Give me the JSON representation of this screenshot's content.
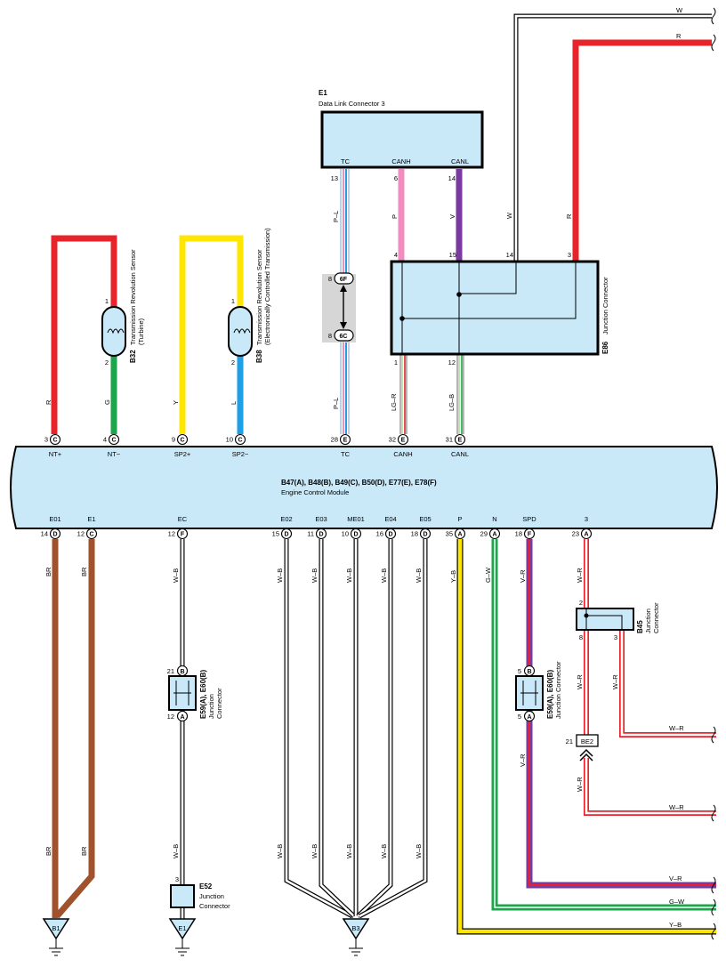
{
  "colors": {
    "red": "#e8232a",
    "white": "#ffffff",
    "green": "#1aa64a",
    "yellow": "#ffe600",
    "blue": "#1fa0e6",
    "pink": "#f08cc0",
    "violet": "#7a3aa0",
    "brown": "#a0522d",
    "lightgreen": "#bfe3b4",
    "box": "#c9e8f8"
  },
  "ecm": {
    "id": "B47(A), B48(B), B49(C), B50(D), E77(E), E78(F)",
    "name": "Engine Control Module",
    "top_pins": [
      {
        "num": "3",
        "letter": "C",
        "label": "NT+"
      },
      {
        "num": "4",
        "letter": "C",
        "label": "NT−"
      },
      {
        "num": "9",
        "letter": "C",
        "label": "SP2+"
      },
      {
        "num": "10",
        "letter": "C",
        "label": "SP2−"
      },
      {
        "num": "28",
        "letter": "E",
        "label": "TC"
      },
      {
        "num": "32",
        "letter": "E",
        "label": "CANH"
      },
      {
        "num": "31",
        "letter": "E",
        "label": "CANL"
      }
    ],
    "bottom_pins": [
      {
        "num": "14",
        "letter": "D",
        "label": "E01"
      },
      {
        "num": "12",
        "letter": "C",
        "label": "E1"
      },
      {
        "num": "12",
        "letter": "F",
        "label": "EC"
      },
      {
        "num": "15",
        "letter": "D",
        "label": "E02"
      },
      {
        "num": "11",
        "letter": "D",
        "label": "E03"
      },
      {
        "num": "10",
        "letter": "D",
        "label": "ME01"
      },
      {
        "num": "16",
        "letter": "D",
        "label": "E04"
      },
      {
        "num": "18",
        "letter": "D",
        "label": "E05"
      },
      {
        "num": "35",
        "letter": "A",
        "label": "P"
      },
      {
        "num": "29",
        "letter": "A",
        "label": "N"
      },
      {
        "num": "18",
        "letter": "F",
        "label": "SPD"
      },
      {
        "num": "23",
        "letter": "A",
        "label": "3"
      }
    ]
  },
  "dlc": {
    "id": "E1",
    "name": "Data Link Connector 3",
    "pins": [
      {
        "num": "13",
        "label": "TC",
        "wire": "P–L"
      },
      {
        "num": "6",
        "label": "CANH",
        "wire": "P"
      },
      {
        "num": "14",
        "label": "CANL",
        "wire": "V"
      }
    ]
  },
  "junction_e86": {
    "id": "E86",
    "name": "Junction Connector",
    "pins_top": [
      "4",
      "15",
      "14",
      "3"
    ],
    "pins_bottom": [
      "1",
      "12"
    ]
  },
  "jc_6f_6c": {
    "upper_num": "8",
    "upper": "6F",
    "lower_num": "8",
    "lower": "6C"
  },
  "sensor_b32": {
    "id": "B32",
    "name": "Transmission Revolution Sensor",
    "sub": "(Turbine)",
    "pin1": "1",
    "pin2": "2"
  },
  "sensor_b38": {
    "id": "B38",
    "name": "Transmission Revolution Sensor",
    "sub": "(Electronically Controlled Transmission)",
    "pin1": "1",
    "pin2": "2"
  },
  "junction_e59_ec": {
    "id": "E59(A), E60(B)",
    "name": "Junction",
    "name2": "Connector",
    "top": "21",
    "top_letter": "B",
    "bottom": "12",
    "bottom_letter": "A"
  },
  "junction_e59_spd": {
    "id": "E59(A), E60(B)",
    "name": "Junction Connector",
    "top": "5",
    "top_letter": "B",
    "bottom": "5",
    "bottom_letter": "A"
  },
  "junction_b45": {
    "id": "B45",
    "name": "Junction",
    "name2": "Connector",
    "pin_top": "2",
    "pin_left": "8",
    "pin_right": "3"
  },
  "connector_be2": {
    "num": "21",
    "label": "BE2"
  },
  "junction_e52": {
    "num": "3",
    "id": "E52",
    "name": "Junction",
    "name2": "Connector"
  },
  "grounds": [
    "B1",
    "E1",
    "B3"
  ],
  "wire_labels": {
    "r": "R",
    "g": "G",
    "y": "Y",
    "l": "L",
    "pl": "P–L",
    "lgr": "LG–R",
    "lgb": "LG–B",
    "br": "BR",
    "wb": "W–B",
    "yb": "Y–B",
    "gw": "G–W",
    "vr": "V–R",
    "wr": "W–R",
    "w": "W",
    "p": "P",
    "v": "V"
  },
  "right_edge_labels": [
    "W",
    "R",
    "W–R",
    "W–R",
    "V–R",
    "G–W",
    "Y–B"
  ]
}
